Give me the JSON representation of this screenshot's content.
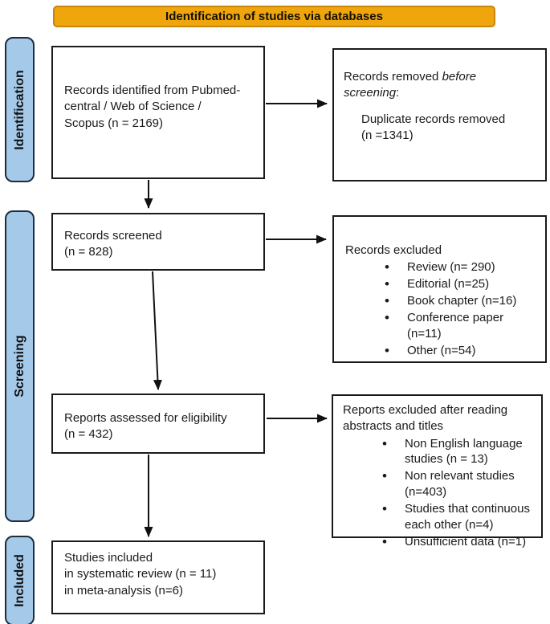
{
  "header": {
    "title": "Identification of studies via databases"
  },
  "colors": {
    "header_bg": "#EFA50C",
    "header_border": "#C8860A",
    "stage_bg": "#A5C9E9",
    "stage_border": "#1E2D3D",
    "box_border": "#1a1a1a",
    "arrow": "#111111",
    "text": "#1a1a1a"
  },
  "stages": [
    {
      "label": "Identification"
    },
    {
      "label": "Screening"
    },
    {
      "label": "Included"
    }
  ],
  "boxes": {
    "identified": {
      "text": "Records identified from Pubmed-\ncentral / Web of Science /\nScopus  (n = 2169)"
    },
    "removed": {
      "prefix": "Records removed ",
      "italic": "before\nscreening",
      "suffix": ":",
      "detail": "Duplicate records removed\n(n =1341)"
    },
    "screened": {
      "text": "Records screened\n(n = 828)"
    },
    "records_excluded": {
      "title": "Records excluded",
      "items": [
        "Review (n= 290)",
        "Editorial (n=25)",
        "Book chapter (n=16)",
        "Conference paper (n=11)",
        "Other (n=54)"
      ]
    },
    "assessed": {
      "text": "Reports assessed for eligibility\n(n = 432)"
    },
    "reports_excluded": {
      "title": "Reports excluded after reading\nabstracts and titles",
      "items": [
        "Non English language\nstudies (n = 13)",
        "Non relevant studies\n(n=403)",
        "Studies that continuous\neach other (n=4)",
        "Unsufficient data (n=1)"
      ]
    },
    "included": {
      "text": "Studies included\nin systematic review (n = 11)\nin meta-analysis (n=6)"
    }
  }
}
